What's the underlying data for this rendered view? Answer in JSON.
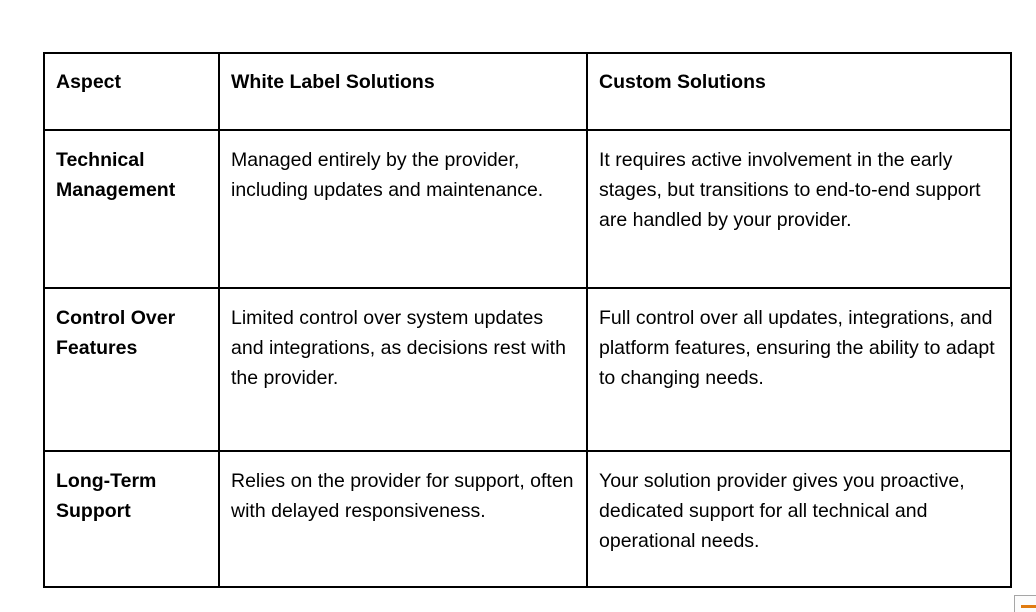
{
  "table": {
    "name": "white-label-vs-custom-solutions-comparison",
    "columns": [
      {
        "key": "aspect",
        "header": "Aspect"
      },
      {
        "key": "white_label",
        "header": "White Label Solutions"
      },
      {
        "key": "custom",
        "header": "Custom Solutions"
      }
    ],
    "rows": [
      {
        "aspect": "Technical Management",
        "white_label": "Managed entirely by the provider, including updates and maintenance.",
        "custom": "It requires active involvement in the early stages, but transitions to end-to-end support are handled by your provider."
      },
      {
        "aspect": "Control Over Features",
        "white_label": "Limited control over system updates and integrations, as decisions rest with the provider.",
        "custom": "Full control over all updates, integrations, and platform features, ensuring the ability to adapt to changing needs."
      },
      {
        "aspect": "Long-Term Support",
        "white_label": "Relies on the provider for support, often with delayed responsiveness.",
        "custom": "Your solution provider gives you proactive, dedicated support for all technical and operational needs."
      }
    ]
  },
  "colors": {
    "table_border": "#000000",
    "text": "#000000",
    "page_background": "#ffffff",
    "edge_panel_border": "#a6a6a6",
    "edge_panel_accent": "#e07b10"
  }
}
